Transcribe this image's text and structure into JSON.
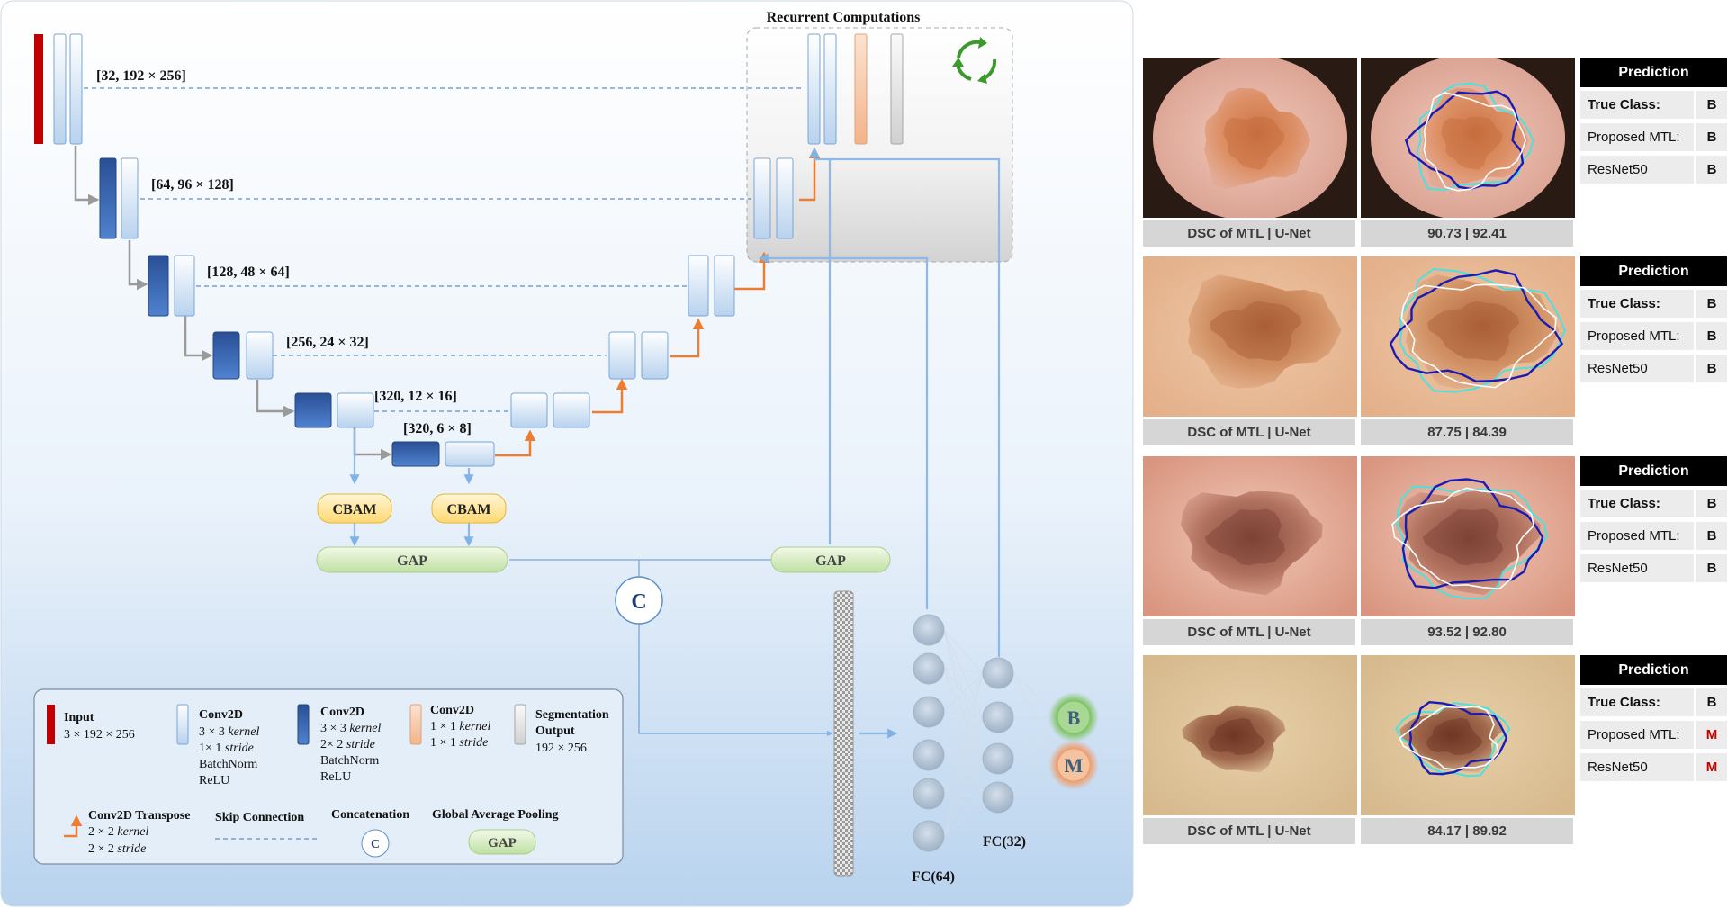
{
  "diagram": {
    "title": "Recurrent Computations",
    "levels": [
      {
        "dims": "[32, 192 × 256]"
      },
      {
        "dims": "[64, 96 × 128]"
      },
      {
        "dims": "[128, 48 × 64]"
      },
      {
        "dims": "[256, 24 × 32]"
      },
      {
        "dims": "[320, 12 × 16]"
      },
      {
        "dims": "[320, 6 × 8]"
      }
    ],
    "cbam": "CBAM",
    "gap": "GAP",
    "concat": "C",
    "fc64": "FC(64)",
    "fc32": "FC(32)",
    "out_benign": "B",
    "out_malignant": "M",
    "colors": {
      "input": "#c00000",
      "conv_light": "#dce8f6",
      "conv_dark": "#2e5597",
      "conv_orange": "#f4b183",
      "seg_out": "#d9d9d9",
      "skip": "#5b8fc9",
      "transpose_arrow": "#ed7d31",
      "down_arrow": "#9a9a9a",
      "feature_line": "#8db8e8"
    }
  },
  "legend": {
    "input": {
      "title": "Input",
      "line1": "3 × 192 × 256"
    },
    "conv1": {
      "title": "Conv2D",
      "l1a": "3 × 3",
      "l1b": "kernel",
      "l2a": "1× 1",
      "l2b": "stride",
      "l3": "BatchNorm",
      "l4": "ReLU"
    },
    "conv2": {
      "title": "Conv2D",
      "l1a": "3 × 3",
      "l1b": "kernel",
      "l2a": "2× 2",
      "l2b": "stride",
      "l3": "BatchNorm",
      "l4": "ReLU"
    },
    "conv3": {
      "title": "Conv2D",
      "l1a": "1 × 1",
      "l1b": "kernel",
      "l2a": "1 × 1",
      "l2b": "stride"
    },
    "seg": {
      "title1": "Segmentation",
      "title2": "Output",
      "line": "192 × 256"
    },
    "transpose": {
      "title": "Conv2D Transpose",
      "l1a": "2 × 2",
      "l1b": "kernel",
      "l2a": "2 × 2",
      "l2b": "stride"
    },
    "skip": "Skip Connection",
    "concat": "Concatenation",
    "concat_symbol": "C",
    "gap_title": "Global Average Pooling",
    "gap": "GAP"
  },
  "cases": [
    {
      "dsc_label": "DSC of MTL | U-Net",
      "dsc_values": "90.73 | 92.41",
      "prediction_header": "Prediction",
      "rows": [
        {
          "label": "True Class:",
          "value": "B"
        },
        {
          "label": "Proposed MTL:",
          "value": "B"
        },
        {
          "label": "ResNet50",
          "value": "B"
        }
      ]
    },
    {
      "dsc_label": "DSC of MTL | U-Net",
      "dsc_values": "87.75 | 84.39",
      "prediction_header": "Prediction",
      "rows": [
        {
          "label": "True Class:",
          "value": "B"
        },
        {
          "label": "Proposed MTL:",
          "value": "B"
        },
        {
          "label": "ResNet50",
          "value": "B"
        }
      ]
    },
    {
      "dsc_label": "DSC of MTL | U-Net",
      "dsc_values": "93.52 | 92.80",
      "prediction_header": "Prediction",
      "rows": [
        {
          "label": "True Class:",
          "value": "B"
        },
        {
          "label": "Proposed MTL:",
          "value": "B"
        },
        {
          "label": "ResNet50",
          "value": "B"
        }
      ]
    },
    {
      "dsc_label": "DSC of MTL | U-Net",
      "dsc_values": "84.17 | 89.92",
      "prediction_header": "Prediction",
      "rows": [
        {
          "label": "True Class:",
          "value": "B"
        },
        {
          "label": "Proposed MTL:",
          "value": "M"
        },
        {
          "label": "ResNet50",
          "value": "M"
        }
      ]
    }
  ]
}
